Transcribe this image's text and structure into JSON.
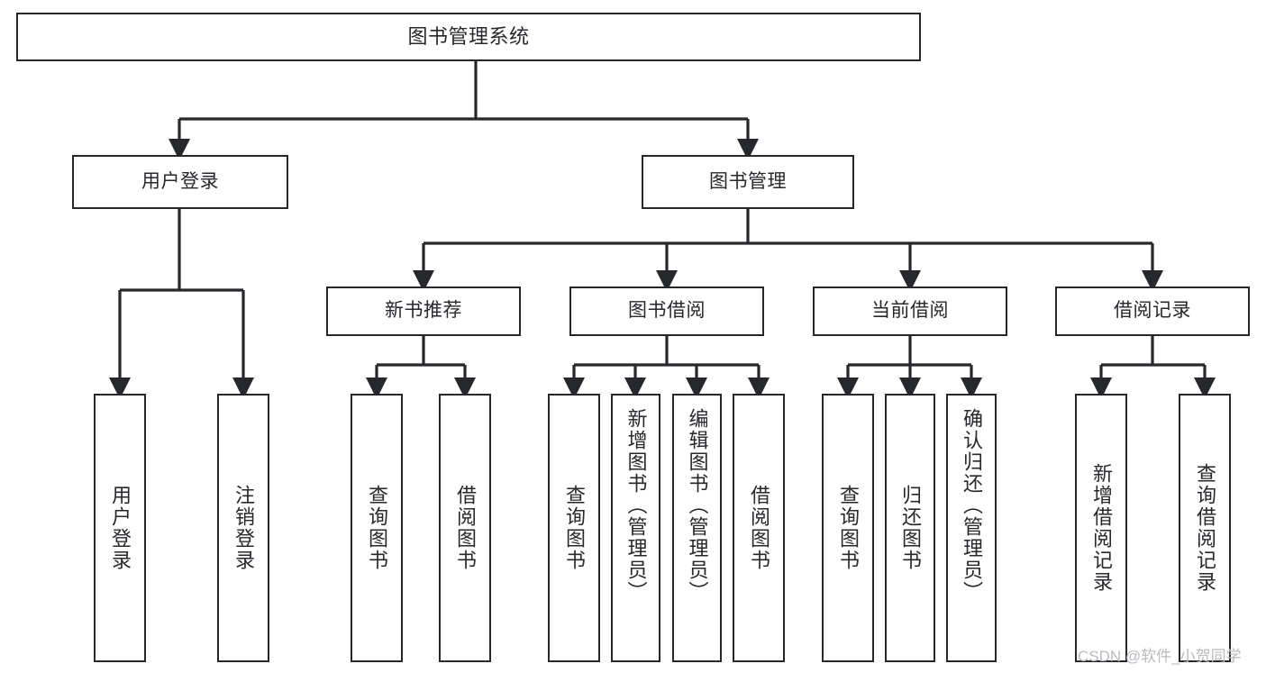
{
  "diagram": {
    "title": "图书管理系统",
    "type": "hierarchy-tree",
    "levels": 4,
    "colors": {
      "box_border": "#26282b",
      "box_fill": "#ffffff",
      "connector": "#26282b",
      "text": "#26282b",
      "background": "#ffffff",
      "watermark": "#b9bbbe"
    },
    "nodes": {
      "root": {
        "label": "图书管理系统"
      },
      "level2": [
        {
          "id": "user-login",
          "label": "用户登录"
        },
        {
          "id": "book-manage",
          "label": "图书管理"
        }
      ],
      "level3": [
        {
          "id": "new-book-rec",
          "label": "新书推荐",
          "parent": "book-manage"
        },
        {
          "id": "book-borrow",
          "label": "图书借阅",
          "parent": "book-manage"
        },
        {
          "id": "current-borrow",
          "label": "当前借阅",
          "parent": "book-manage"
        },
        {
          "id": "borrow-record",
          "label": "借阅记录",
          "parent": "book-manage"
        }
      ],
      "leaves": [
        {
          "id": "leaf-user-login",
          "label": "用户登录",
          "parent": "user-login"
        },
        {
          "id": "leaf-logout",
          "label": "注销登录",
          "parent": "user-login"
        },
        {
          "id": "leaf-query-book-1",
          "label": "查询图书",
          "parent": "new-book-rec"
        },
        {
          "id": "leaf-borrow-book-1",
          "label": "借阅图书",
          "parent": "new-book-rec"
        },
        {
          "id": "leaf-query-book-2",
          "label": "查询图书",
          "parent": "book-borrow"
        },
        {
          "id": "leaf-add-book",
          "label": "新增图书（管理员）",
          "parent": "book-borrow"
        },
        {
          "id": "leaf-edit-book",
          "label": "编辑图书（管理员）",
          "parent": "book-borrow"
        },
        {
          "id": "leaf-borrow-book-2",
          "label": "借阅图书",
          "parent": "book-borrow"
        },
        {
          "id": "leaf-query-book-3",
          "label": "查询图书",
          "parent": "current-borrow"
        },
        {
          "id": "leaf-return-book",
          "label": "归还图书",
          "parent": "current-borrow"
        },
        {
          "id": "leaf-confirm-return",
          "label": "确认归还（管理员）",
          "parent": "current-borrow"
        },
        {
          "id": "leaf-add-record",
          "label": "新增借阅记录",
          "parent": "borrow-record"
        },
        {
          "id": "leaf-query-record",
          "label": "查询借阅记录",
          "parent": "borrow-record"
        }
      ]
    }
  },
  "watermark": {
    "text": "CSDN @软件_小贺同学"
  }
}
